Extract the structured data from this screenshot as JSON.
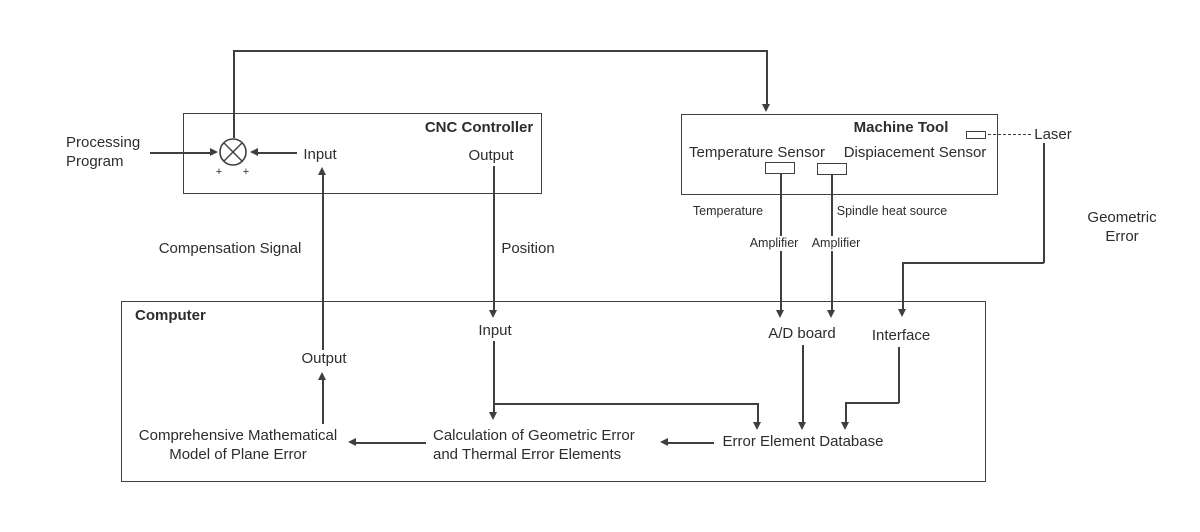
{
  "colors": {
    "line": "#3f3f3f",
    "text": "#2d2d2d",
    "background": "#ffffff"
  },
  "diagram": {
    "external": {
      "processing_program": "Processing\nProgram",
      "laser": "Laser",
      "geometric_error": "Geometric Error"
    },
    "cnc": {
      "title": "CNC Controller",
      "input": "Input",
      "output": "Output",
      "plus_left": "+",
      "plus_right": "+"
    },
    "machine": {
      "title": "Machine Tool",
      "temperature_sensor": "Temperature Sensor",
      "displacement_sensor": "Dispiacement Sensor"
    },
    "signals": {
      "compensation_signal": "Compensation Signal",
      "position": "Position",
      "temperature": "Temperature",
      "spindle_heat_source": "Spindle heat source",
      "amplifier_left": "Amplifier",
      "amplifier_right": "Amplifier"
    },
    "computer": {
      "title": "Computer",
      "input": "Input",
      "output": "Output",
      "ad_board": "A/D board",
      "interface": "Interface",
      "comprehensive_model": "Comprehensive Mathematical\nModel of Plane Error",
      "calculation": "Calculation of Geometric Error\nand Thermal Error Elements",
      "error_database": "Error Element Database"
    }
  }
}
